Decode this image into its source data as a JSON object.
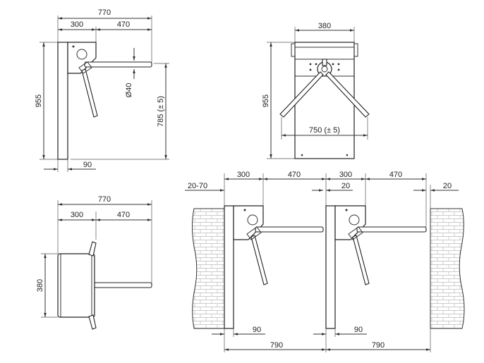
{
  "views": {
    "side": {
      "overall_width": "770",
      "post_offset": "300",
      "arm_length": "470",
      "height": "955",
      "arm_diameter": "Ø40",
      "arm_height": "785 (± 5)",
      "post_width": "90"
    },
    "front": {
      "width": "380",
      "height": "955",
      "arm_span": "750 (± 5)"
    },
    "top": {
      "overall_width": "770",
      "body_length": "300",
      "arm_length": "470",
      "depth": "380"
    },
    "install": {
      "wall_gap_left": "20-70",
      "body_left": "300",
      "arm_left": "470",
      "body_right": "300",
      "arm_right": "470",
      "gap_mid": "20",
      "wall_gap_right": "20",
      "post_left": "90",
      "post_right": "90",
      "pitch_left": "790",
      "pitch_right": "790"
    }
  }
}
